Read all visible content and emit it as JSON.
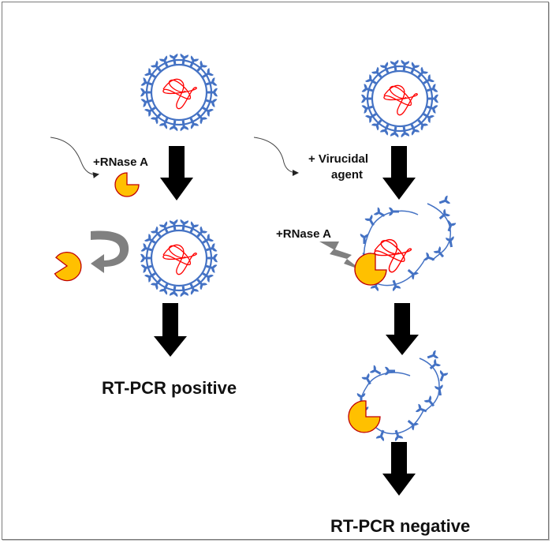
{
  "figure": {
    "left_panel": {
      "reagent_label": "+RNase A",
      "result_label": "RT-PCR positive"
    },
    "right_panel": {
      "treatment_label_line1": "+ Virucidal",
      "treatment_label_line2": "agent",
      "reagent_label": "+RNase A",
      "result_label": "RT-PCR negative"
    },
    "colors": {
      "spike_protein": "#4472c4",
      "rna": "#ff0000",
      "rnase": "#ffc000",
      "rnase_outline": "#c00000",
      "arrow": "#000000",
      "deflect_arrow": "#808080"
    }
  }
}
